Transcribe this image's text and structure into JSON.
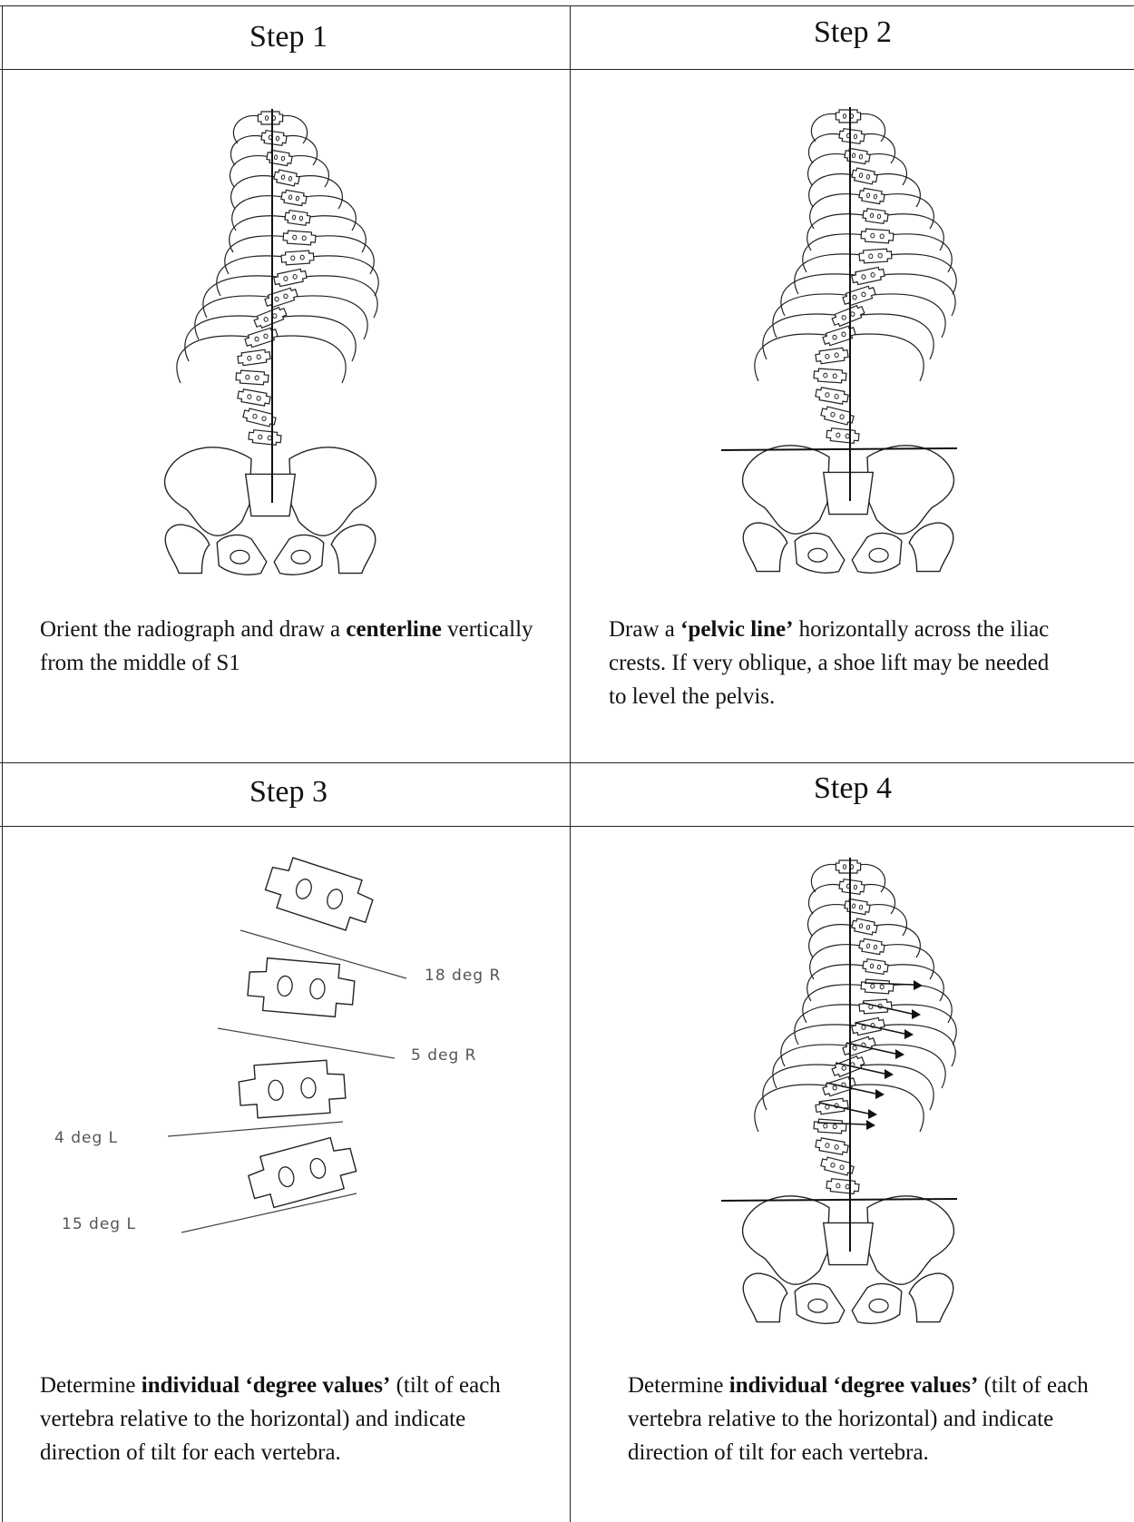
{
  "steps": [
    {
      "title": "Step 1",
      "caption_before": "Orient the radiograph and draw a ",
      "caption_bold": "centerline",
      "caption_after": " vertically from the middle of S1"
    },
    {
      "title": "Step 2",
      "caption_before": "Draw a ",
      "caption_bold": "‘pelvic line’",
      "caption_after": " horizontally across the iliac crests.  If very oblique, a shoe lift may be needed  to level the pelvis."
    },
    {
      "title": "Step 3",
      "caption_before": "Determine ",
      "caption_bold": "individual ‘degree values’",
      "caption_after": " (tilt of each vertebra relative to the horizontal) and indicate direction of tilt for each vertebra."
    },
    {
      "title": "Step 4",
      "caption_before": "Determine ",
      "caption_bold": "individual ‘degree values’",
      "caption_after": " (tilt of each vertebra relative to the horizontal) and indicate direction of tilt for each vertebra."
    }
  ],
  "step3_labels": [
    "18 deg R",
    "5 deg R",
    "4 deg L",
    "15 deg L"
  ]
}
